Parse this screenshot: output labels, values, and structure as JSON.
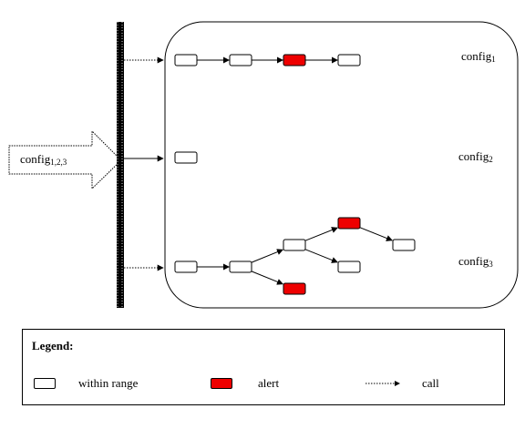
{
  "input_arrow": {
    "label": "config",
    "subscript": "1,2,3"
  },
  "configs": [
    {
      "label": "config",
      "subscript": "1"
    },
    {
      "label": "config",
      "subscript": "2"
    },
    {
      "label": "config",
      "subscript": "3"
    }
  ],
  "legend": {
    "title": "Legend:",
    "items": [
      {
        "key": "normal",
        "label": "within range"
      },
      {
        "key": "alert",
        "label": "alert"
      },
      {
        "key": "call",
        "label": "call"
      }
    ]
  },
  "colors": {
    "normal_fill": "#ffffff",
    "alert_fill": "#ee0000",
    "stroke": "#000000"
  },
  "graphs": [
    {
      "name": "config1",
      "nodes": [
        {
          "id": "a1",
          "status": "normal"
        },
        {
          "id": "a2",
          "status": "normal"
        },
        {
          "id": "a3",
          "status": "alert"
        },
        {
          "id": "a4",
          "status": "normal"
        }
      ],
      "edges": [
        [
          "a1",
          "a2"
        ],
        [
          "a2",
          "a3"
        ],
        [
          "a3",
          "a4"
        ]
      ]
    },
    {
      "name": "config2",
      "nodes": [
        {
          "id": "b1",
          "status": "normal"
        }
      ],
      "edges": []
    },
    {
      "name": "config3",
      "nodes": [
        {
          "id": "c1",
          "status": "normal"
        },
        {
          "id": "c2",
          "status": "normal"
        },
        {
          "id": "c3",
          "status": "normal"
        },
        {
          "id": "c4",
          "status": "alert"
        },
        {
          "id": "c5",
          "status": "normal"
        },
        {
          "id": "c6",
          "status": "normal"
        },
        {
          "id": "c7",
          "status": "alert"
        }
      ],
      "edges": [
        [
          "c1",
          "c2"
        ],
        [
          "c2",
          "c3"
        ],
        [
          "c2",
          "c7"
        ],
        [
          "c3",
          "c4"
        ],
        [
          "c3",
          "c5"
        ],
        [
          "c4",
          "c6"
        ]
      ]
    }
  ]
}
